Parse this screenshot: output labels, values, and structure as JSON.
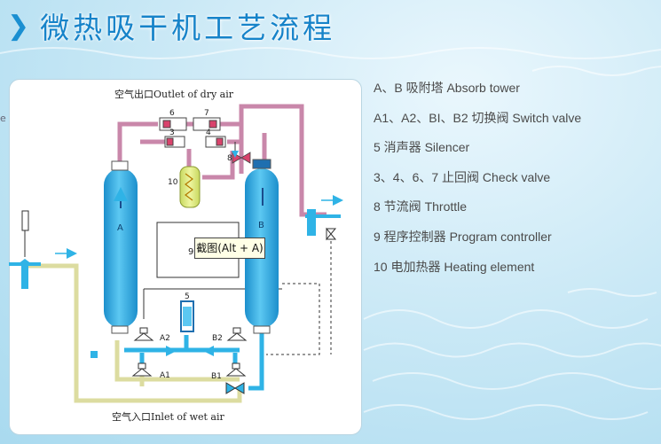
{
  "title": "微热吸干机工艺流程",
  "legend": [
    "A、B 吸附塔   Absorb tower",
    "A1、A2、BI、B2 切换阀  Switch valve",
    "5 消声器  Silencer",
    "3、4、6、7 止回阀  Check valve",
    "8 节流阀  Throttle",
    "9 程序控制器   Program controller",
    "10  电加热器    Heating element"
  ],
  "diagram": {
    "outlet_label": "空气出口Outlet of dry air",
    "inlet_label": "空气入口Inlet of wet air",
    "tower_a": "A",
    "tower_b": "B",
    "labels": {
      "n6": "6",
      "n7": "7",
      "n3": "3",
      "n4": "4",
      "n8": "8",
      "n10": "10",
      "n9": "9",
      "n5": "5",
      "a1": "A1",
      "a2": "A2",
      "b1": "B1",
      "b2": "B2"
    }
  },
  "tooltip": "截图(Alt + A)",
  "left_edge_mark": "e",
  "colors": {
    "title": "#1683c9",
    "dry_air_pipe": "#c987aa",
    "wet_air_pipe": "#dcdca0",
    "blue_pipe": "#2fb3e6",
    "tower": "#2aa8e0",
    "heater": "#e6f08a"
  }
}
